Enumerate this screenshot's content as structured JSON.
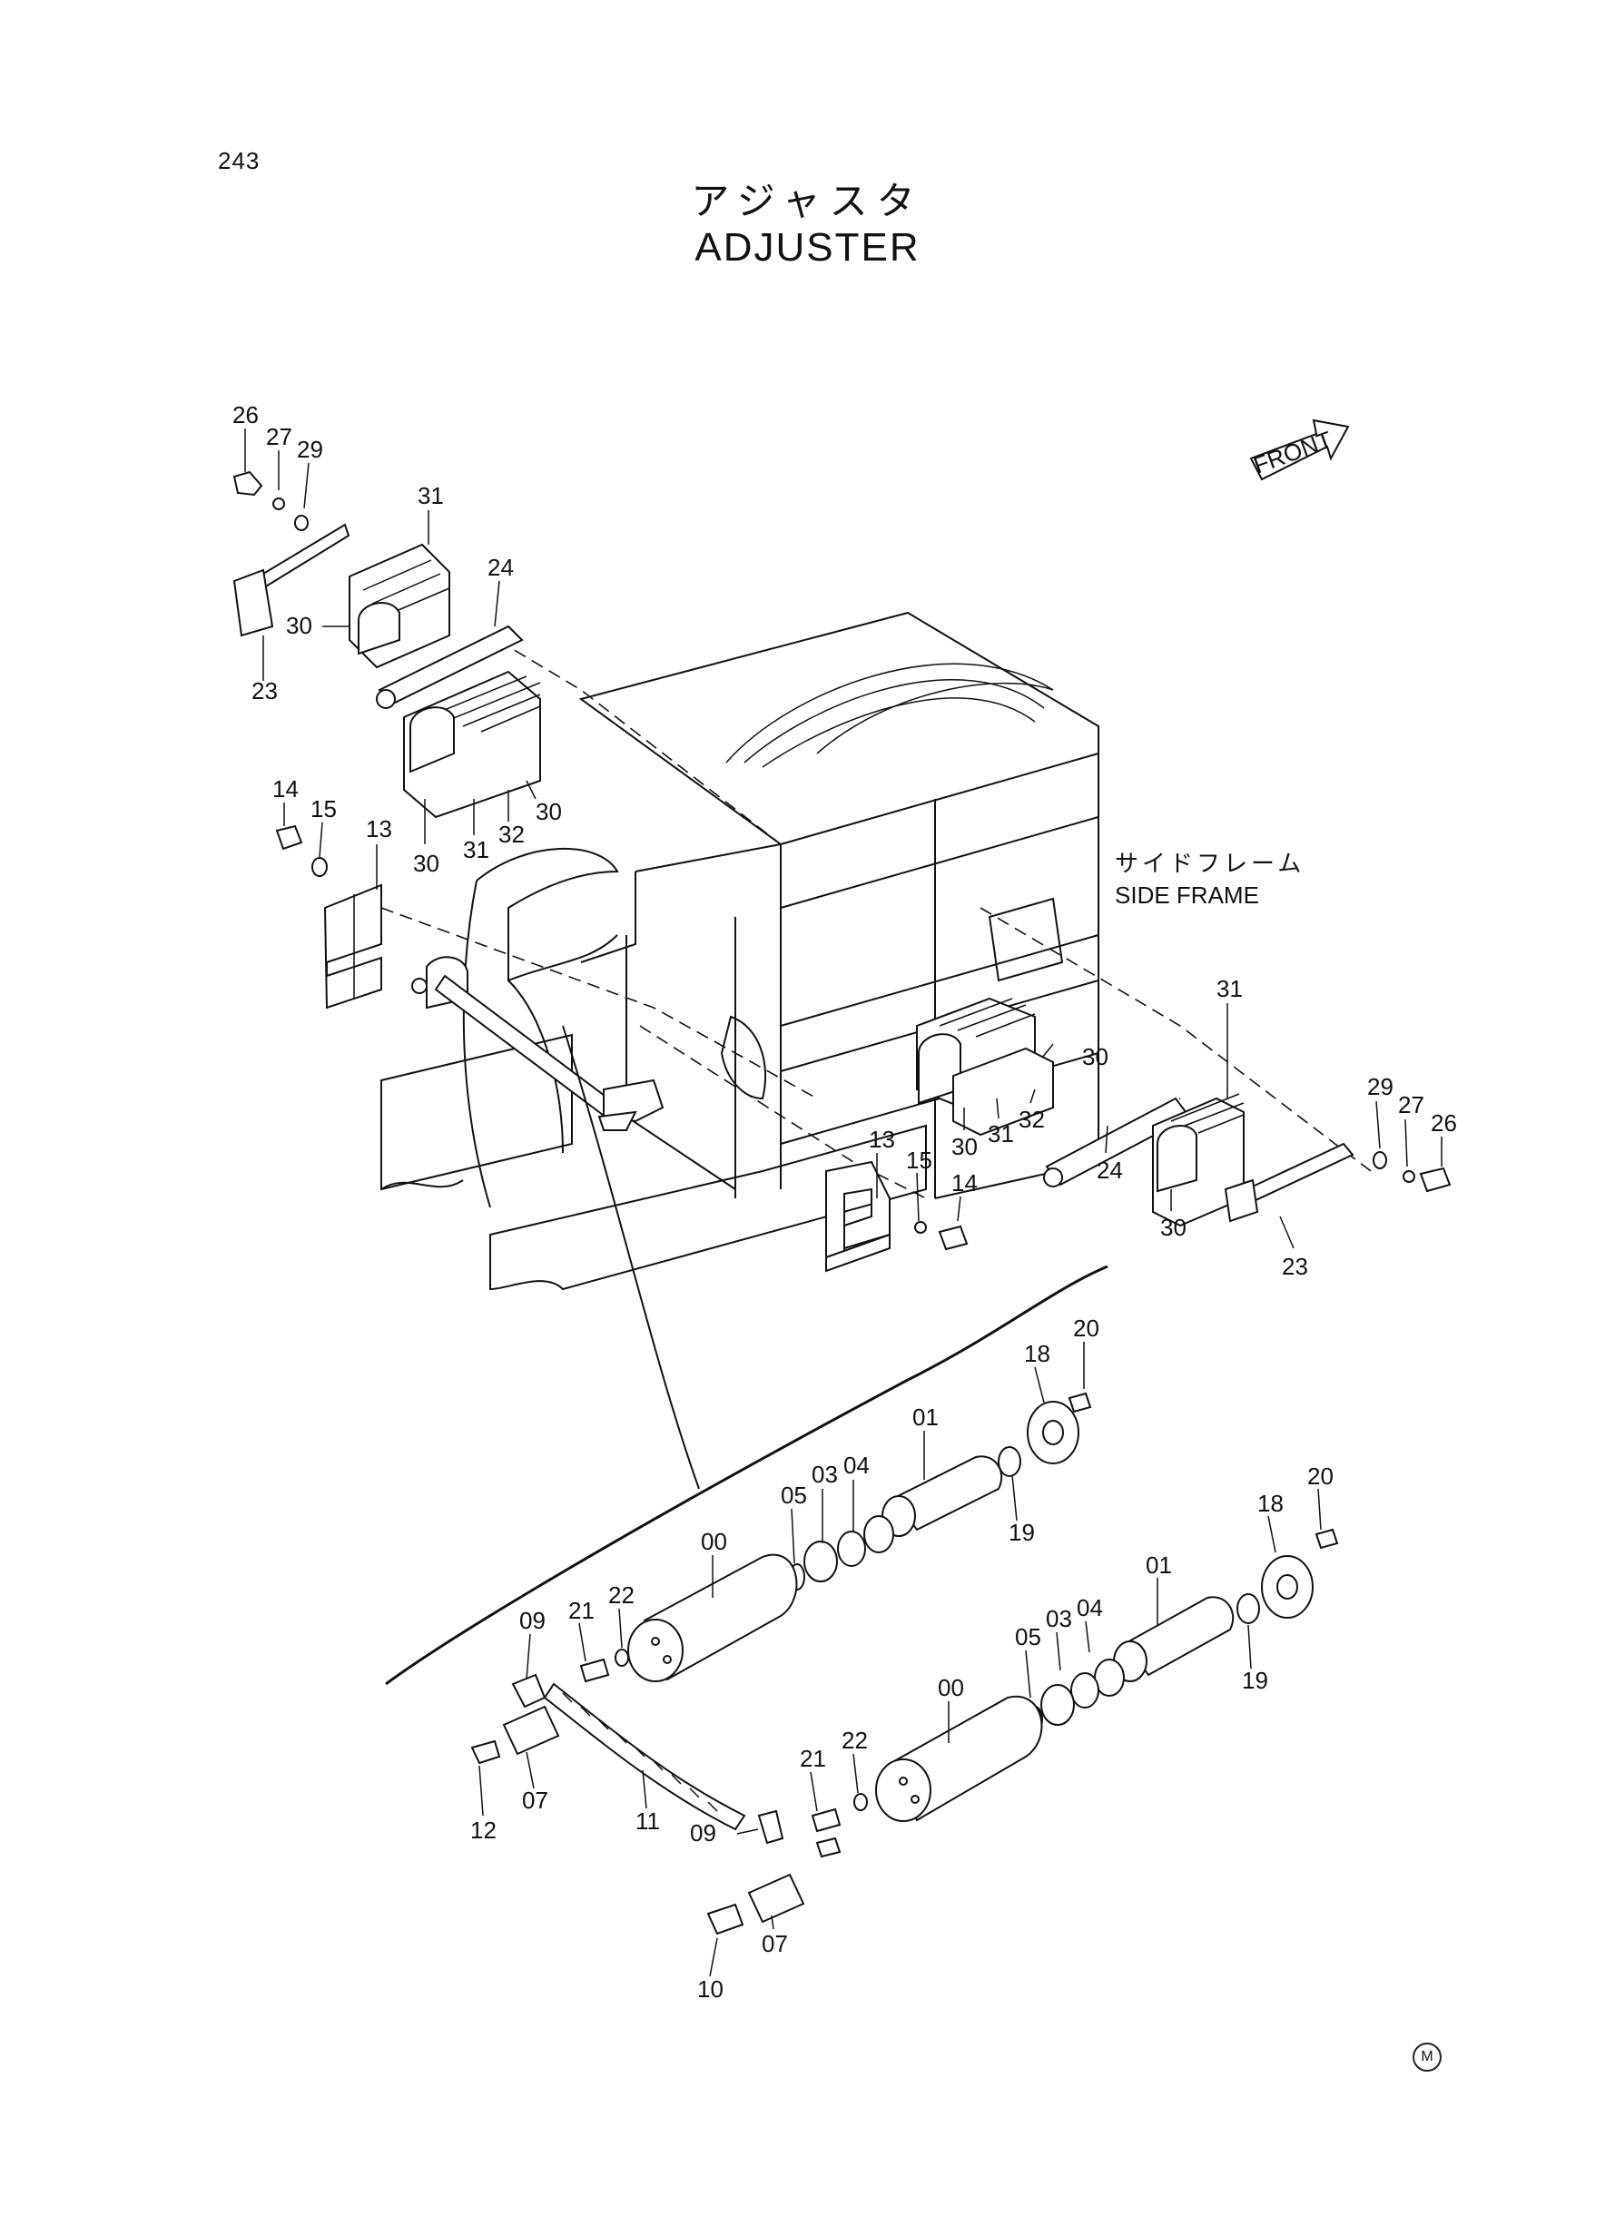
{
  "page": {
    "number": "243"
  },
  "title": {
    "japanese": "アジャスタ",
    "english": "ADJUSTER"
  },
  "direction": {
    "label": "FRONT"
  },
  "frame_label": {
    "japanese": "サイドフレーム",
    "english": "SIDE FRAME"
  },
  "mark": "M",
  "callouts": {
    "a26": "26",
    "a27": "27",
    "a29": "29",
    "a31": "31",
    "a24": "24",
    "a30": "30",
    "a23": "23",
    "b30": "30",
    "b31": "31",
    "b32": "32",
    "b30r": "30",
    "c14": "14",
    "c15": "15",
    "c13": "13",
    "d31": "31",
    "d30": "30",
    "d29": "29",
    "d27": "27",
    "d26": "26",
    "e30": "30",
    "e31": "31",
    "e32": "32",
    "e24": "24",
    "e30b": "30",
    "e23": "23",
    "f13": "13",
    "f15": "15",
    "f14": "14",
    "g20": "20",
    "g18": "18",
    "g01": "01",
    "g04": "04",
    "g03": "03",
    "g05": "05",
    "g19": "19",
    "g00": "00",
    "g22": "22",
    "g21": "21",
    "g09": "09",
    "g12": "12",
    "g07": "07",
    "g11": "11",
    "h20": "20",
    "h18": "18",
    "h01": "01",
    "h04": "04",
    "h03": "03",
    "h05": "05",
    "h19": "19",
    "h00": "00",
    "h22": "22",
    "h21": "21",
    "h09": "09",
    "h07": "07",
    "h10": "10"
  }
}
